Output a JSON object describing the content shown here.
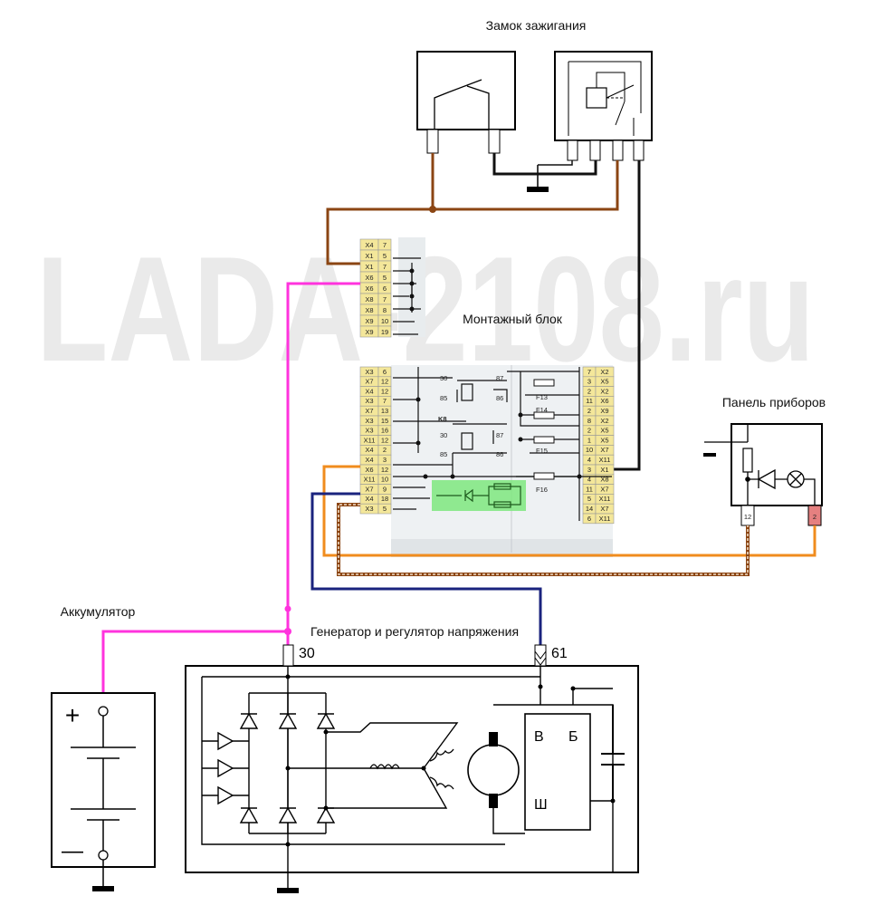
{
  "watermark": "LADA-2108.ru",
  "labels": {
    "ignition_switch": "Замок зажигания",
    "mounting_block": "Монтажный блок",
    "instrument_panel": "Панель приборов",
    "battery": "Аккумулятор",
    "generator": "Генератор и регулятор напряжения"
  },
  "generator_terminals": {
    "t30": "30",
    "t61": "61"
  },
  "regulator_terminals": {
    "b": "В",
    "bb": "Б",
    "sh": "Ш"
  },
  "battery_symbols": {
    "plus": "+",
    "minus": "—"
  },
  "panel_pins": {
    "p12": "12",
    "p2": "2"
  },
  "mounting_block_upper": {
    "left_column": [
      [
        "X4",
        "7"
      ],
      [
        "X1",
        "5"
      ],
      [
        "X1",
        "7"
      ],
      [
        "X6",
        "5"
      ],
      [
        "X6",
        "6"
      ],
      [
        "X8",
        "7"
      ],
      [
        "X8",
        "8"
      ],
      [
        "X9",
        "10"
      ],
      [
        "X9",
        "19"
      ]
    ]
  },
  "mounting_block_lower": {
    "left_column": [
      [
        "X3",
        "6"
      ],
      [
        "X7",
        "12"
      ],
      [
        "X4",
        "12"
      ],
      [
        "X3",
        "7"
      ],
      [
        "X7",
        "13"
      ],
      [
        "X3",
        "15"
      ],
      [
        "X3",
        "16"
      ],
      [
        "X11",
        "12"
      ],
      [
        "X4",
        "2"
      ],
      [
        "X4",
        "3"
      ],
      [
        "X6",
        "12"
      ],
      [
        "X11",
        "10"
      ],
      [
        "X7",
        "9"
      ],
      [
        "X4",
        "18"
      ],
      [
        "X3",
        "5"
      ]
    ],
    "right_column": [
      [
        "7",
        "X2"
      ],
      [
        "3",
        "X5"
      ],
      [
        "2",
        "X2"
      ],
      [
        "11",
        "X6"
      ],
      [
        "2",
        "X9"
      ],
      [
        "8",
        "X2"
      ],
      [
        "2",
        "X5"
      ],
      [
        "1",
        "X5"
      ],
      [
        "10",
        "X7"
      ],
      [
        "4",
        "X11"
      ],
      [
        "3",
        "X1"
      ],
      [
        "4",
        "X8"
      ],
      [
        "11",
        "X7"
      ],
      [
        "5",
        "X11"
      ],
      [
        "14",
        "X7"
      ],
      [
        "6",
        "X11"
      ]
    ],
    "fuses": [
      "F13",
      "F14",
      "F15",
      "F16"
    ],
    "relay": "K8",
    "relay_pins": [
      "30",
      "85",
      "87",
      "86",
      "30",
      "85",
      "87",
      "86"
    ]
  },
  "wire_colors": {
    "brown": "#8B4513",
    "pink": "#ff33dd",
    "orange": "#f08c1e",
    "blue": "#1a237e",
    "black": "#111111",
    "highlight": "#7ee87e",
    "cell_fill": "#f4e79a"
  }
}
